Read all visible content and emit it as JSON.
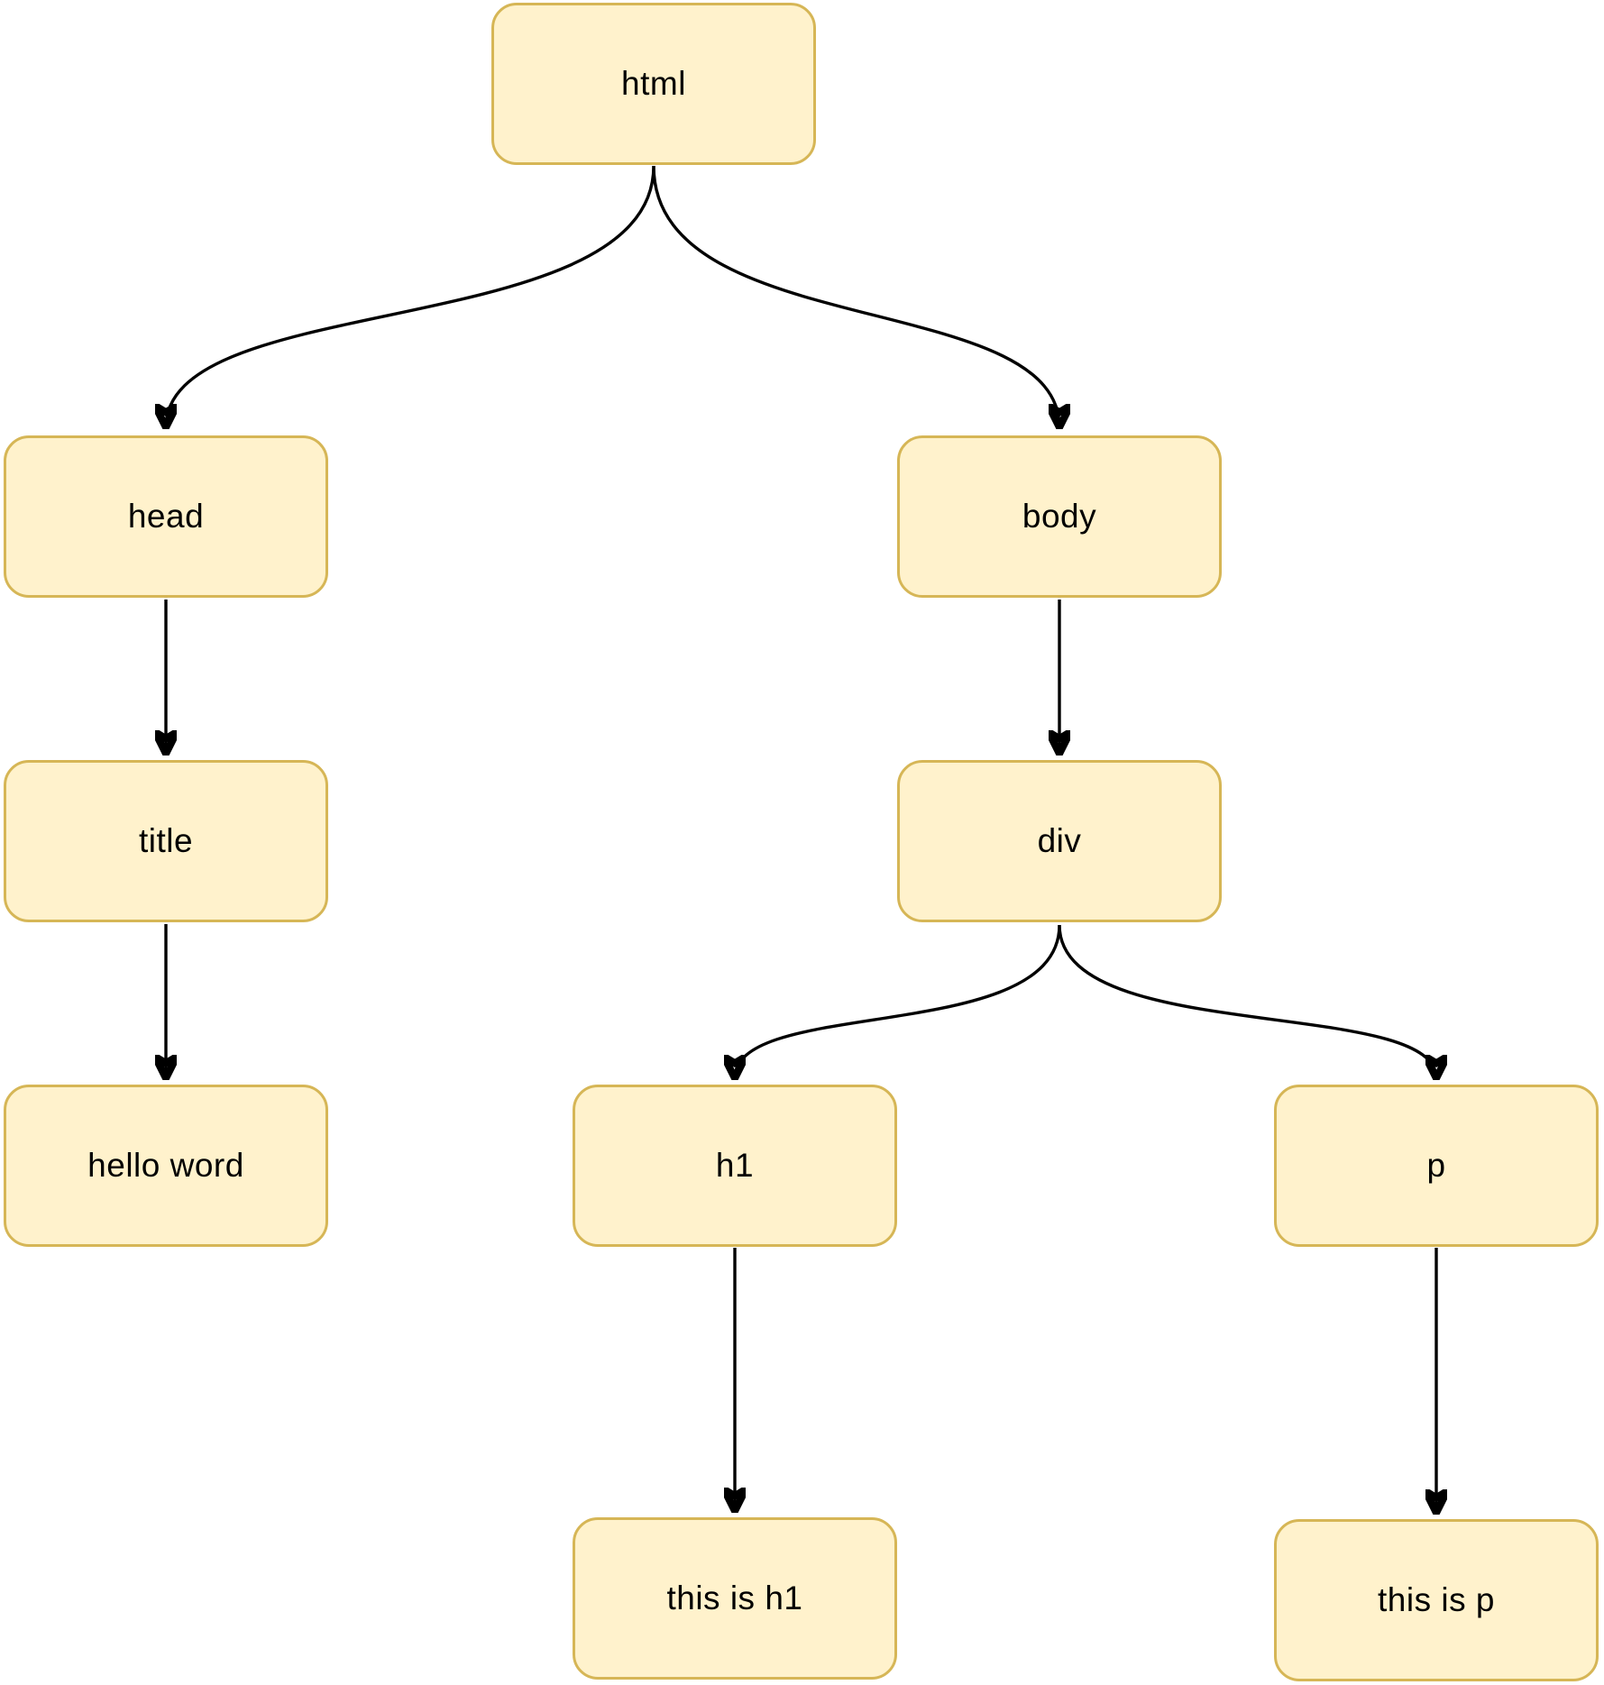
{
  "diagram": {
    "type": "tree",
    "nodes": [
      {
        "id": "html",
        "label": "html"
      },
      {
        "id": "head",
        "label": "head"
      },
      {
        "id": "body",
        "label": "body"
      },
      {
        "id": "title",
        "label": "title"
      },
      {
        "id": "div",
        "label": "div"
      },
      {
        "id": "hello-word",
        "label": "hello word"
      },
      {
        "id": "h1",
        "label": "h1"
      },
      {
        "id": "p",
        "label": "p"
      },
      {
        "id": "this-is-h1",
        "label": "this is h1"
      },
      {
        "id": "this-is-p",
        "label": "this is p"
      }
    ],
    "edges": [
      {
        "from": "html",
        "to": "head"
      },
      {
        "from": "html",
        "to": "body"
      },
      {
        "from": "head",
        "to": "title"
      },
      {
        "from": "title",
        "to": "hello-word"
      },
      {
        "from": "body",
        "to": "div"
      },
      {
        "from": "div",
        "to": "h1"
      },
      {
        "from": "div",
        "to": "p"
      },
      {
        "from": "h1",
        "to": "this-is-h1"
      },
      {
        "from": "p",
        "to": "this-is-p"
      }
    ],
    "colors": {
      "node_fill": "#FFF2CC",
      "node_border": "#D6B656",
      "edge": "#000000",
      "text": "#000000",
      "background": "#FFFFFF"
    }
  }
}
